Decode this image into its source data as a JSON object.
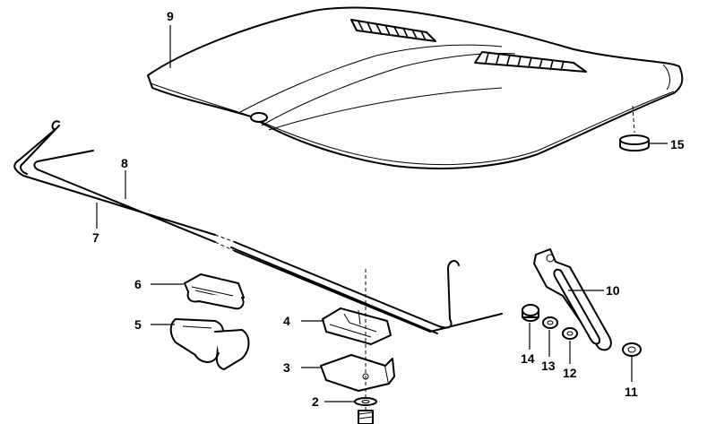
{
  "callouts": {
    "hood": "9",
    "plug": "15",
    "rod_long": "8",
    "rod_short": "7",
    "clip_upper": "6",
    "clip_lower": "5",
    "holder": "4",
    "bracket": "3",
    "washer_bolt": "2",
    "hinge_arm": "10",
    "nut": "14",
    "washer_a": "13",
    "washer_b": "12",
    "washer_c": "11"
  }
}
